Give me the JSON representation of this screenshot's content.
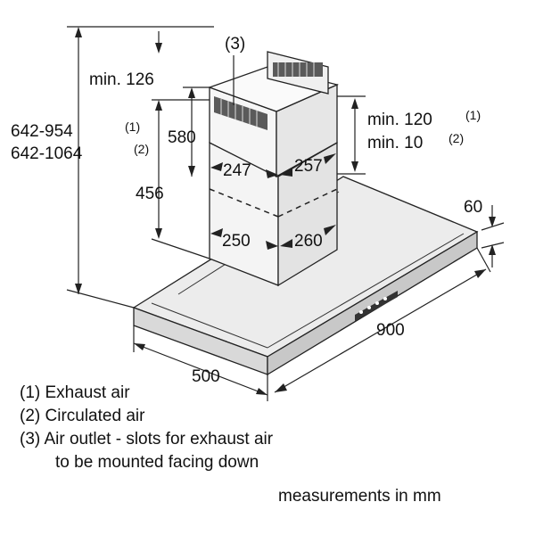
{
  "dimensions": {
    "min_126": "min. 126",
    "label_3": "(3)",
    "d580": "580",
    "d456": "456",
    "total_1": "642-954",
    "total_1_note": "(1)",
    "total_2": "642-1064",
    "total_2_note": "(2)",
    "min_120": "min. 120",
    "min_120_note": "(1)",
    "min_10": "min. 10",
    "min_10_note": "(2)",
    "d247": "247",
    "d257": "257",
    "d250": "250",
    "d260": "260",
    "d60": "60",
    "d900": "900",
    "d500": "500"
  },
  "legend": {
    "item1": "(1) Exhaust air",
    "item2": "(2) Circulated air",
    "item3a": "(3) Air outlet - slots for exhaust air",
    "item3b": "to be mounted facing down"
  },
  "footer": "measurements in mm"
}
